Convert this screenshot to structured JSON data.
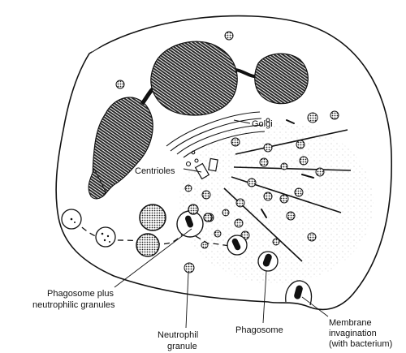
{
  "labels": {
    "golgi": "Golgi",
    "centrioles": "Centrioles",
    "phagosome_plus_line1": "Phagosome plus",
    "phagosome_plus_line2": "neutrophilic granules",
    "neutrophil_line1": "Neutrophil",
    "neutrophil_line2": "granule",
    "phagosome": "Phagosome",
    "membrane_line1": "Membrane",
    "membrane_line2": "invagination",
    "membrane_line3": "(with bacterium)"
  },
  "colors": {
    "ink": "#111111",
    "paper": "#ffffff",
    "stipple": "#9a9a9a"
  }
}
